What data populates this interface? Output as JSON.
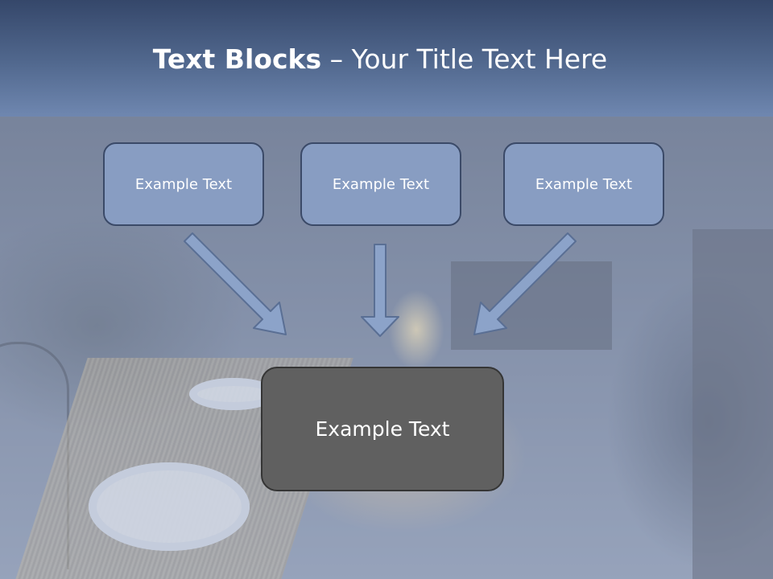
{
  "slide": {
    "title_bold": "Text Blocks",
    "title_dash": "–",
    "title_rest": "Your Title Text Here"
  },
  "diagram": {
    "top_boxes": [
      {
        "label": "Example Text"
      },
      {
        "label": "Example Text"
      },
      {
        "label": "Example Text"
      }
    ],
    "bottom_box": {
      "label": "Example Text"
    }
  },
  "colors": {
    "header": "#52698f",
    "box_fill": "#899ec4",
    "box_border": "#3b4a68",
    "result_fill": "#606060",
    "arrow_fill": "#8ca3c9"
  }
}
